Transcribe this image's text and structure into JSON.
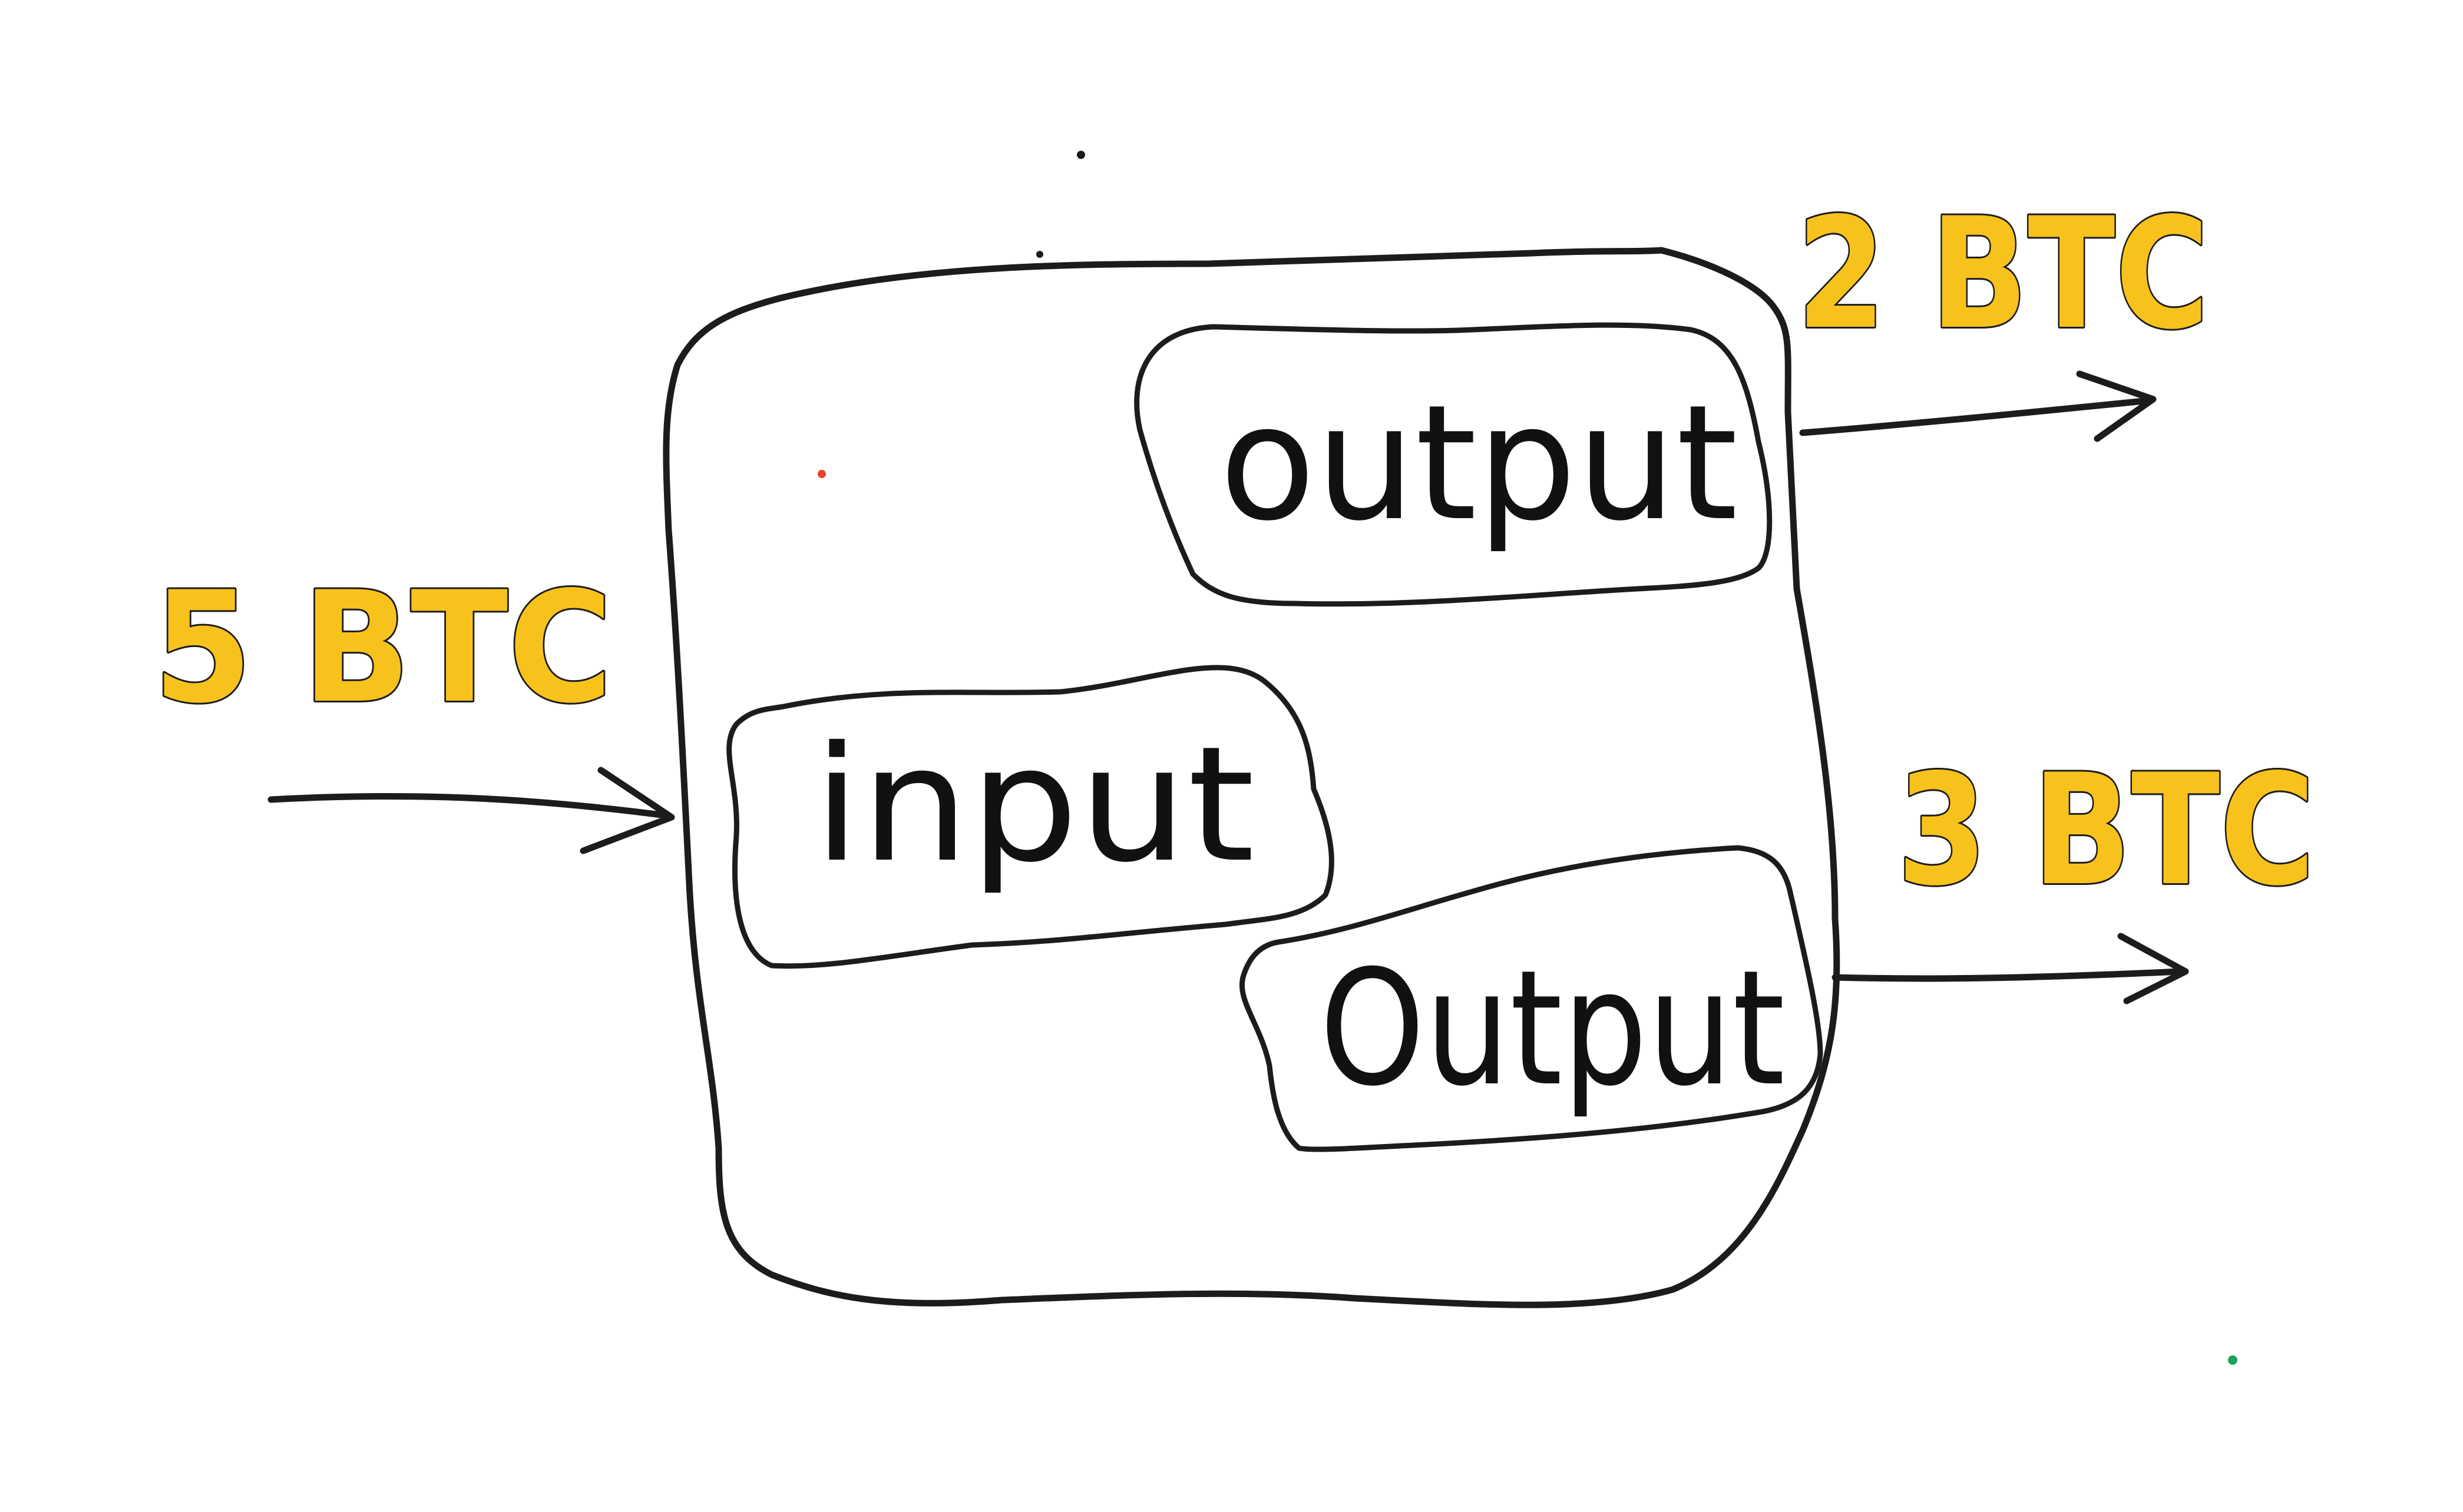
{
  "diagram": {
    "input_amount": "5 BTC",
    "output_amount_1": "2 BTC",
    "output_amount_2": "3 BTC",
    "input_label": "input",
    "output_label_1": "output",
    "output_label_2": "Output",
    "colors": {
      "ink": "#1c1c1c",
      "amount": "#f8c21c",
      "background": "#ffffff",
      "dot_red": "#e8442a",
      "dot_green": "#17a35a"
    }
  }
}
